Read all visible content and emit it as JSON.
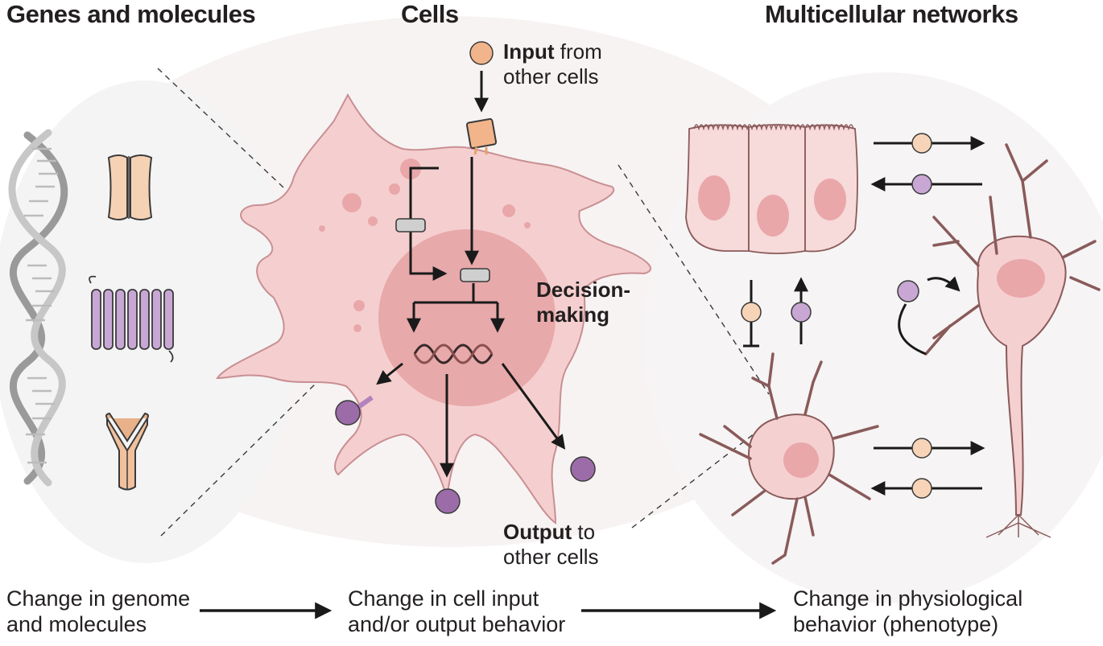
{
  "headings": {
    "genes": "Genes and molecules",
    "cells": "Cells",
    "networks": "Multicellular networks"
  },
  "labels": {
    "input_bold": "Input",
    "input_rest_1": "from",
    "input_rest_2": "other cells",
    "decision_1": "Decision-",
    "decision_2": "making",
    "output_bold": "Output",
    "output_rest_1": "to",
    "output_rest_2": "other cells"
  },
  "captions": {
    "genome_1": "Change in genome",
    "genome_2": "and molecules",
    "cell_1": "Change in cell input",
    "cell_2": "and/or output behavior",
    "physio_1": "Change in physiological",
    "physio_2": "behavior (phenotype)"
  },
  "colors": {
    "cell_pink": "#f5cfcf",
    "nucleus_pink": "#e8a9ab",
    "input_orange": "#f2b48a",
    "output_purple": "#9c6ca8",
    "channel_peach": "#f6d2b5",
    "receptor_lavender": "#c8a7d4"
  }
}
